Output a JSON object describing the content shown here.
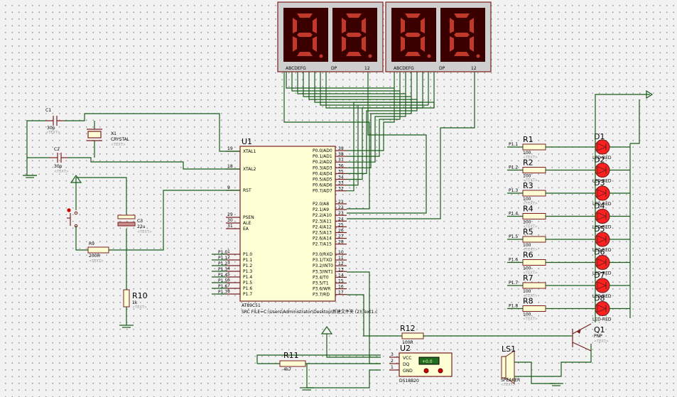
{
  "mcu": {
    "ref": "U1",
    "part": "AT89C51",
    "src": "SRC FILE=C:\\Users\\Administrator\\Desktop\\新建文件夹 (2)\\Text1.c",
    "left_pins": [
      {
        "num": "19",
        "name": "XTAL1"
      },
      {
        "num": "18",
        "name": "XTAL2"
      },
      {
        "num": "9",
        "name": "RST"
      },
      {
        "num": "29",
        "name": "PSEN"
      },
      {
        "num": "30",
        "name": "ALE"
      },
      {
        "num": "31",
        "name": "EA"
      },
      {
        "num": "1",
        "name": "P1.0"
      },
      {
        "num": "2",
        "name": "P1.1"
      },
      {
        "num": "3",
        "name": "P1.2"
      },
      {
        "num": "4",
        "name": "P1.3"
      },
      {
        "num": "5",
        "name": "P1.4"
      },
      {
        "num": "6",
        "name": "P1.5"
      },
      {
        "num": "7",
        "name": "P1.6"
      },
      {
        "num": "8",
        "name": "P1.7"
      }
    ],
    "right_pins": [
      {
        "num": "39",
        "name": "P0.0/AD0"
      },
      {
        "num": "38",
        "name": "P0.1/AD1"
      },
      {
        "num": "37",
        "name": "P0.2/AD2"
      },
      {
        "num": "36",
        "name": "P0.3/AD3"
      },
      {
        "num": "35",
        "name": "P0.4/AD4"
      },
      {
        "num": "34",
        "name": "P0.5/AD5"
      },
      {
        "num": "33",
        "name": "P0.6/AD6"
      },
      {
        "num": "32",
        "name": "P0.7/AD7"
      },
      {
        "num": "21",
        "name": "P2.0/A8"
      },
      {
        "num": "22",
        "name": "P2.1/A9"
      },
      {
        "num": "23",
        "name": "P2.2/A10"
      },
      {
        "num": "24",
        "name": "P2.3/A11"
      },
      {
        "num": "25",
        "name": "P2.4/A12"
      },
      {
        "num": "26",
        "name": "P2.5/A13"
      },
      {
        "num": "27",
        "name": "P2.6/A14"
      },
      {
        "num": "28",
        "name": "P2.7/A15"
      },
      {
        "num": "10",
        "name": "P3.0/RXD"
      },
      {
        "num": "11",
        "name": "P3.1/TXD"
      },
      {
        "num": "12",
        "name": "P3.2/INT0"
      },
      {
        "num": "13",
        "name": "P3.3/INT1"
      },
      {
        "num": "14",
        "name": "P3.4/T0"
      },
      {
        "num": "15",
        "name": "P3.5/T1"
      },
      {
        "num": "16",
        "name": "P3.6/WR"
      },
      {
        "num": "17",
        "name": "P3.7/RD"
      }
    ],
    "p1_net_labels": [
      "P1.0",
      "P1.1",
      "P1.2",
      "P1.3",
      "P1.4",
      "P1.5",
      "P1.6",
      "P1.7"
    ]
  },
  "displays": [
    {
      "pins_label": "ABCDEFG",
      "dp_label": "DP",
      "com_label": "12"
    },
    {
      "pins_label": "ABCDEFG",
      "dp_label": "DP",
      "com_label": "12"
    }
  ],
  "passives": {
    "C1": {
      "ref": "C1",
      "value": "30p",
      "tag": "<TEXT>"
    },
    "C2": {
      "ref": "C2",
      "value": "30p",
      "tag": "<TEXT>"
    },
    "X1": {
      "ref": "X1",
      "value": "CRYSTAL",
      "tag": "<TEXT>"
    },
    "C3": {
      "ref": "C3",
      "value": "22u",
      "tag": "<TEXT>"
    },
    "R9": {
      "ref": "R9",
      "value": "200R",
      "tag": "<TEXT>"
    },
    "R10": {
      "ref": "R10",
      "value": "1k",
      "tag": "<TEXT>"
    },
    "R11": {
      "ref": "R11",
      "value": "4k7",
      "tag": "<TEXT>"
    },
    "R12": {
      "ref": "R12",
      "value": "100R",
      "tag": "<TEXT>"
    }
  },
  "led_rows": [
    {
      "net": "P1.1",
      "res": "R1",
      "val": "100",
      "led": "D1",
      "led_val": "LED-RED",
      "tag": "<TEXT>"
    },
    {
      "net": "P1.2",
      "res": "R2",
      "val": "100",
      "led": "D2",
      "led_val": "LED-RED",
      "tag": "<TEXT>"
    },
    {
      "net": "P1.3",
      "res": "R3",
      "val": "100",
      "led": "D3",
      "led_val": "LED-RED",
      "tag": "<TEXT>"
    },
    {
      "net": "P1.4",
      "res": "R4",
      "val": "100",
      "led": "D4",
      "led_val": "LED-RED",
      "tag": "<TEXT>"
    },
    {
      "net": "P1.5",
      "res": "R5",
      "val": "100",
      "led": "D5",
      "led_val": "LED-RED",
      "tag": "<TEXT>"
    },
    {
      "net": "P1.6",
      "res": "R6",
      "val": "100",
      "led": "D6",
      "led_val": "LED-RED",
      "tag": "<TEXT>"
    },
    {
      "net": "P1.7",
      "res": "R7",
      "val": "100",
      "led": "D7",
      "led_val": "LED-RED",
      "tag": "<TEXT>"
    },
    {
      "net": "P1.8",
      "res": "R8",
      "val": "100",
      "led": "D8",
      "led_val": "LED-RED",
      "tag": "<TEXT>"
    }
  ],
  "sensor": {
    "ref": "U2",
    "part": "DS18B20",
    "pin_vcc": "VCC",
    "pin_dq": "DQ",
    "pin_gnd": "GND",
    "pins": [
      "3",
      "2",
      "1"
    ],
    "reading": "+0.0"
  },
  "transistor": {
    "ref": "Q1",
    "part": "PNP",
    "tag": "<TEXT>"
  },
  "speaker": {
    "ref": "LS1",
    "part": "SPEAKER",
    "tag": "<TEXT>"
  },
  "colors": {
    "wire": "#1a5e1a",
    "component": "#7a1f1f",
    "display_bg": "#3a0000",
    "segment": "#c0392b",
    "led": "#ff2020"
  }
}
